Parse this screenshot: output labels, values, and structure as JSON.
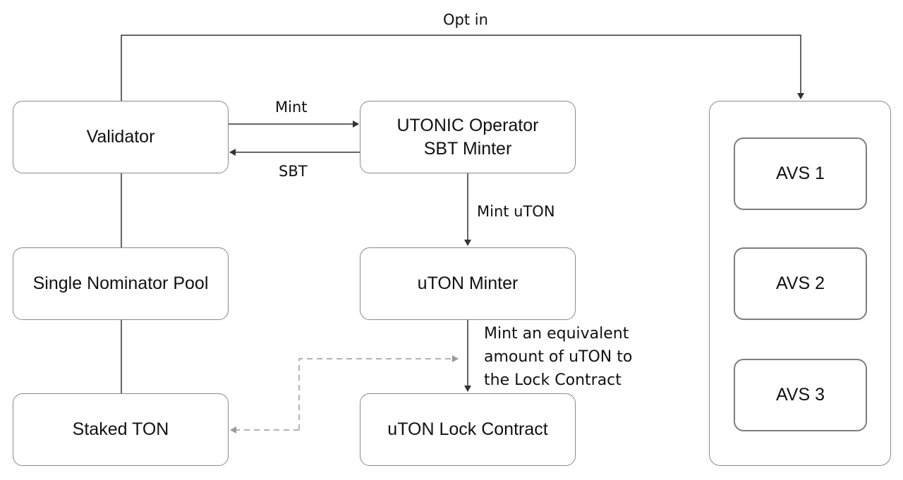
{
  "nodes": {
    "validator": "Validator",
    "operator_minter": [
      "UTONIC Operator",
      "SBT Minter"
    ],
    "nominator_pool": "Single Nominator Pool",
    "uton_minter": "uTON Minter",
    "staked_ton": "Staked TON",
    "lock_contract": "uTON Lock Contract"
  },
  "avs": [
    "AVS 1",
    "AVS 2",
    "AVS 3"
  ],
  "edges": {
    "opt_in": "Opt in",
    "mint": "Mint",
    "sbt": "SBT",
    "mint_uton": "Mint uTON",
    "mint_equivalent": [
      "Mint an equivalent",
      "amount of uTON to",
      "the Lock Contract"
    ]
  },
  "colors": {
    "line": "#333333",
    "box_border": "#8a8a8a",
    "dashed": "#9a9a9a"
  }
}
